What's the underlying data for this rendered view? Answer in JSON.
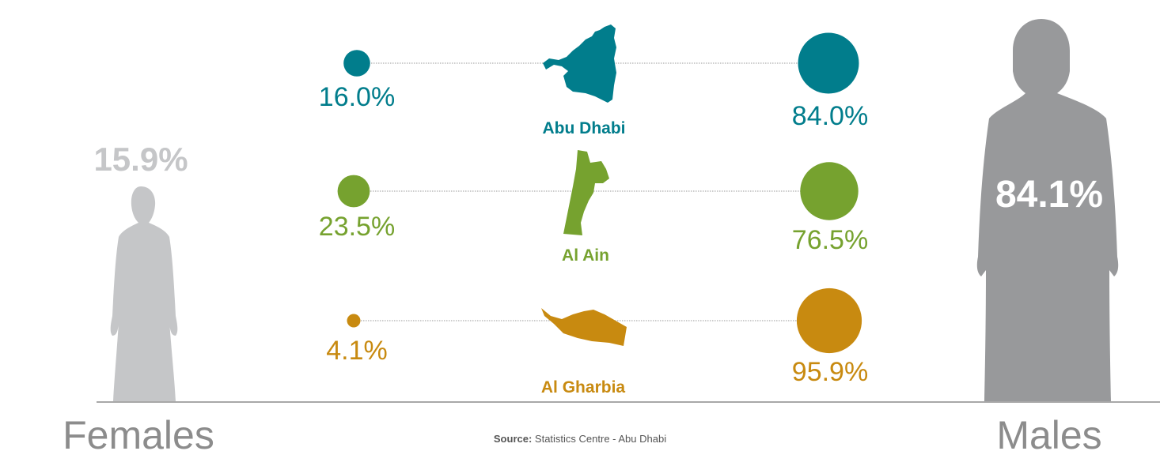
{
  "chart_data": {
    "type": "dot-comparison",
    "overall": {
      "female_pct": "15.9%",
      "male_pct": "84.1%",
      "female_value": 15.9,
      "male_value": 84.1
    },
    "categories": [
      "Abu Dhabi",
      "Al Ain",
      "Al Gharbia"
    ],
    "series": [
      {
        "name": "Females",
        "values": [
          16.0,
          23.5,
          4.1
        ]
      },
      {
        "name": "Males",
        "values": [
          84.0,
          76.5,
          95.9
        ]
      }
    ],
    "labels": {
      "female": [
        "16.0%",
        "23.5%",
        "4.1%"
      ],
      "male": [
        "84.0%",
        "76.5%",
        "95.9%"
      ]
    },
    "region_colors": [
      "#017d8c",
      "#76a22f",
      "#c88a10"
    ]
  },
  "legend": {
    "females": "Females",
    "males": "Males"
  },
  "source": {
    "label": "Source:",
    "text": " Statistics Centre -  Abu Dhabi"
  },
  "colors": {
    "silhouette_female": "#c5c6c8",
    "silhouette_male": "#98999b",
    "big_female_text": "#c5c6c8",
    "big_male_text": "#ffffff",
    "gender_text": "#8c8c8c",
    "baseline": "#8c8c8c",
    "connector": "#9a9a9a"
  }
}
